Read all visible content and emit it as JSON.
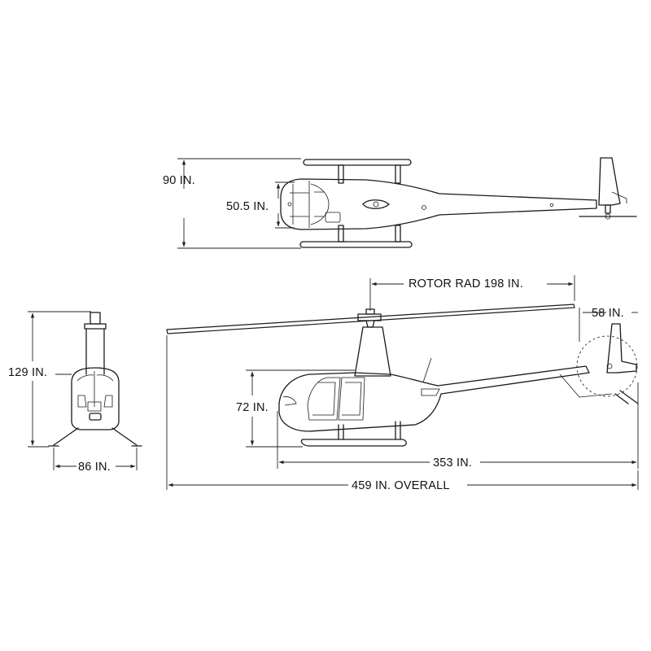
{
  "dimensions": {
    "top_width": "90 IN.",
    "top_cabin_width": "50.5 IN.",
    "front_height": "129 IN.",
    "front_skid_width": "86 IN.",
    "side_height": "72 IN.",
    "rotor_radius": "ROTOR RAD 198 IN.",
    "tail_rotor": "58 IN.",
    "fuselage_length": "353 IN.",
    "overall_length": "459 IN. OVERALL"
  }
}
